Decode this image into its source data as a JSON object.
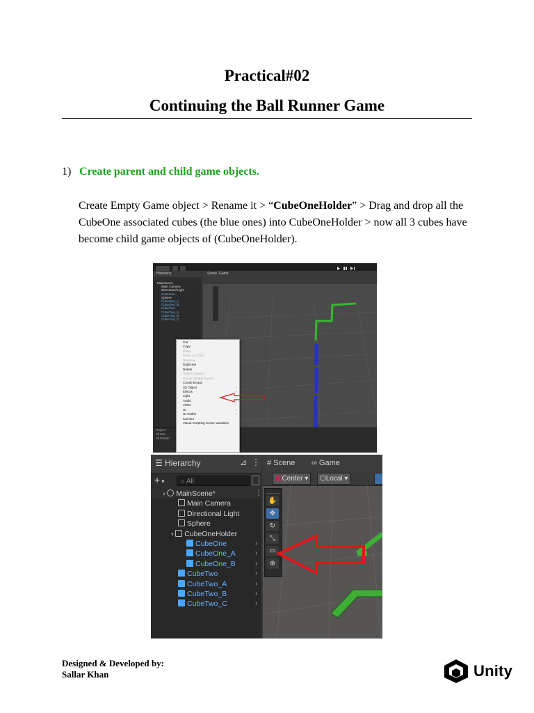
{
  "title": "Practical#02",
  "subtitle": "Continuing the Ball Runner Game",
  "step": {
    "number": "1)",
    "heading": "Create parent and child game objects.",
    "text_before": "Create Empty Game object > Rename it > “",
    "bold_name": "CubeOneHolder",
    "text_after": "” > Drag and drop all the CubeOne associated cubes (the blue ones) into CubeOneHolder > now all 3 cubes have become child game objects of (CubeOneHolder)."
  },
  "screenshot1": {
    "hierarchy_tab": "Hierarchy",
    "scene_tab": "Scene",
    "game_tab": "Game",
    "tree": [
      {
        "label": "MainScene",
        "blue": false
      },
      {
        "label": "Main Camera",
        "blue": false
      },
      {
        "label": "Directional Light",
        "blue": false
      },
      {
        "label": "CubeOne",
        "blue": true
      },
      {
        "label": "Sphere",
        "blue": false
      },
      {
        "label": "CubeOne_A",
        "blue": true
      },
      {
        "label": "CubeOne_B",
        "blue": true
      },
      {
        "label": "CubeTwo",
        "blue": true
      },
      {
        "label": "CubeTwo_A",
        "blue": true
      },
      {
        "label": "CubeTwo_B",
        "blue": true
      },
      {
        "label": "CubeTwo_C",
        "blue": true
      }
    ],
    "context_menu": [
      {
        "label": "Cut",
        "dim": false,
        "sub": false
      },
      {
        "label": "Copy",
        "dim": false,
        "sub": false
      },
      {
        "label": "Paste",
        "dim": true,
        "sub": false
      },
      {
        "label": "Paste As Child",
        "dim": true,
        "sub": false
      },
      {
        "label": "Rename",
        "dim": true,
        "sub": false
      },
      {
        "label": "Duplicate",
        "dim": false,
        "sub": false
      },
      {
        "label": "Delete",
        "dim": false,
        "sub": false
      },
      {
        "label": "Select Children",
        "dim": true,
        "sub": false
      },
      {
        "label": "Set as Default Parent",
        "dim": true,
        "sub": false
      },
      {
        "label": "Create Empty",
        "dim": false,
        "sub": false
      },
      {
        "label": "3D Object",
        "dim": false,
        "sub": true
      },
      {
        "label": "Effects",
        "dim": false,
        "sub": true
      },
      {
        "label": "Light",
        "dim": false,
        "sub": true
      },
      {
        "label": "Audio",
        "dim": false,
        "sub": true
      },
      {
        "label": "Video",
        "dim": false,
        "sub": true
      },
      {
        "label": "UI",
        "dim": false,
        "sub": true
      },
      {
        "label": "UI Toolkit",
        "dim": false,
        "sub": true
      },
      {
        "label": "Camera",
        "dim": false,
        "sub": false
      },
      {
        "label": "Visual Scripting Scene Variables",
        "dim": false,
        "sub": false
      }
    ],
    "project_tab": "Project",
    "project_items": [
      "All Mat",
      "All Prefab"
    ]
  },
  "screenshot2": {
    "hierarchy_tab": "Hierarchy",
    "search_placeholder": "All",
    "scene_tab": "Scene",
    "game_tab": "Game",
    "pivot_label": "Center",
    "space_label": "Local",
    "tree": [
      {
        "label": "MainScene*",
        "indent": 2,
        "kind": "root",
        "chev": false
      },
      {
        "label": "Main Camera",
        "indent": 3,
        "kind": "go",
        "chev": false
      },
      {
        "label": "Directional Light",
        "indent": 3,
        "kind": "go",
        "chev": false
      },
      {
        "label": "Sphere",
        "indent": 3,
        "kind": "go",
        "chev": false
      },
      {
        "label": "CubeOneHolder",
        "indent": 3,
        "kind": "holder",
        "chev": false
      },
      {
        "label": "CubeOne",
        "indent": 4,
        "kind": "blue",
        "chev": true
      },
      {
        "label": "CubeOne_A",
        "indent": 4,
        "kind": "blue",
        "chev": true
      },
      {
        "label": "CubeOne_B",
        "indent": 4,
        "kind": "blue",
        "chev": true
      },
      {
        "label": "CubeTwo",
        "indent": 3,
        "kind": "blue",
        "chev": true
      },
      {
        "label": "CubeTwo_A",
        "indent": 3,
        "kind": "blue",
        "chev": true
      },
      {
        "label": "CubeTwo_B",
        "indent": 3,
        "kind": "blue",
        "chev": true
      },
      {
        "label": "CubeTwo_C",
        "indent": 3,
        "kind": "blue",
        "chev": true
      }
    ]
  },
  "footer": {
    "line1": "Designed & Developed by:",
    "line2": "Sallar Khan",
    "logo_text": "Unity"
  },
  "colors": {
    "heading_green": "#1fa31f",
    "unity_blue_text": "#6cb1ff",
    "arrow_red": "#e0161e",
    "cube_green": "#3fae35",
    "cube_blue": "#2430c8"
  }
}
